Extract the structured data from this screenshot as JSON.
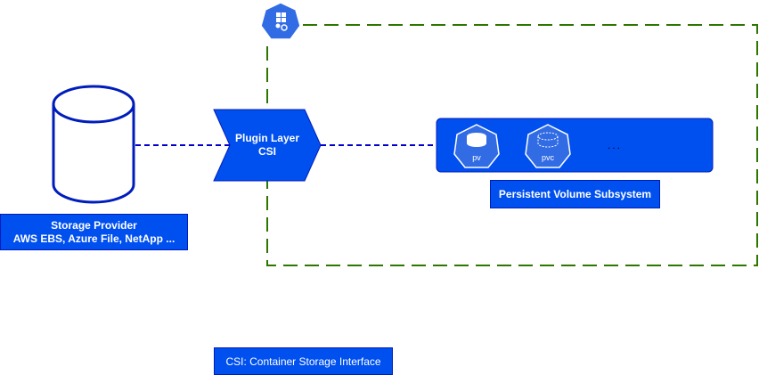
{
  "storage_provider": {
    "title": "Storage Provider",
    "subtitle": "AWS EBS, Azure File, NetApp ..."
  },
  "plugin_layer": {
    "line1": "Plugin Layer",
    "line2": "CSI"
  },
  "volume_subsystem": {
    "pv_label": "pv",
    "pvc_label": "pvc",
    "ellipsis": "...",
    "label": "Persistent Volume Subsystem"
  },
  "legend": {
    "text": "CSI: Container Storage Interface"
  },
  "colors": {
    "primary_blue": "#0050ef",
    "border_blue": "#001dbc",
    "k8s_blue": "#326ce5",
    "dashed_green": "#2d7600",
    "connector_blue": "#0000cc",
    "cylinder_stroke": "#001dbc"
  }
}
